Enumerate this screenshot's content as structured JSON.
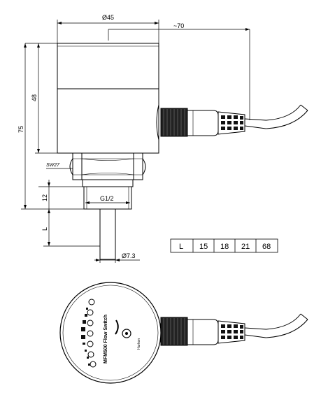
{
  "dimensions": {
    "body_diameter": "Ø45",
    "overall_length": "~70",
    "total_height": "75",
    "body_height": "48",
    "wrench": "SW27",
    "thread": "G1/2",
    "thread_length": "12",
    "probe_length": "L",
    "probe_diameter": "Ø7.3"
  },
  "length_table": {
    "header": "L",
    "values": [
      "15",
      "18",
      "21",
      "68"
    ]
  },
  "device": {
    "model_label": "MFM500 Flow Switch",
    "brand_label": "Hurkon"
  }
}
